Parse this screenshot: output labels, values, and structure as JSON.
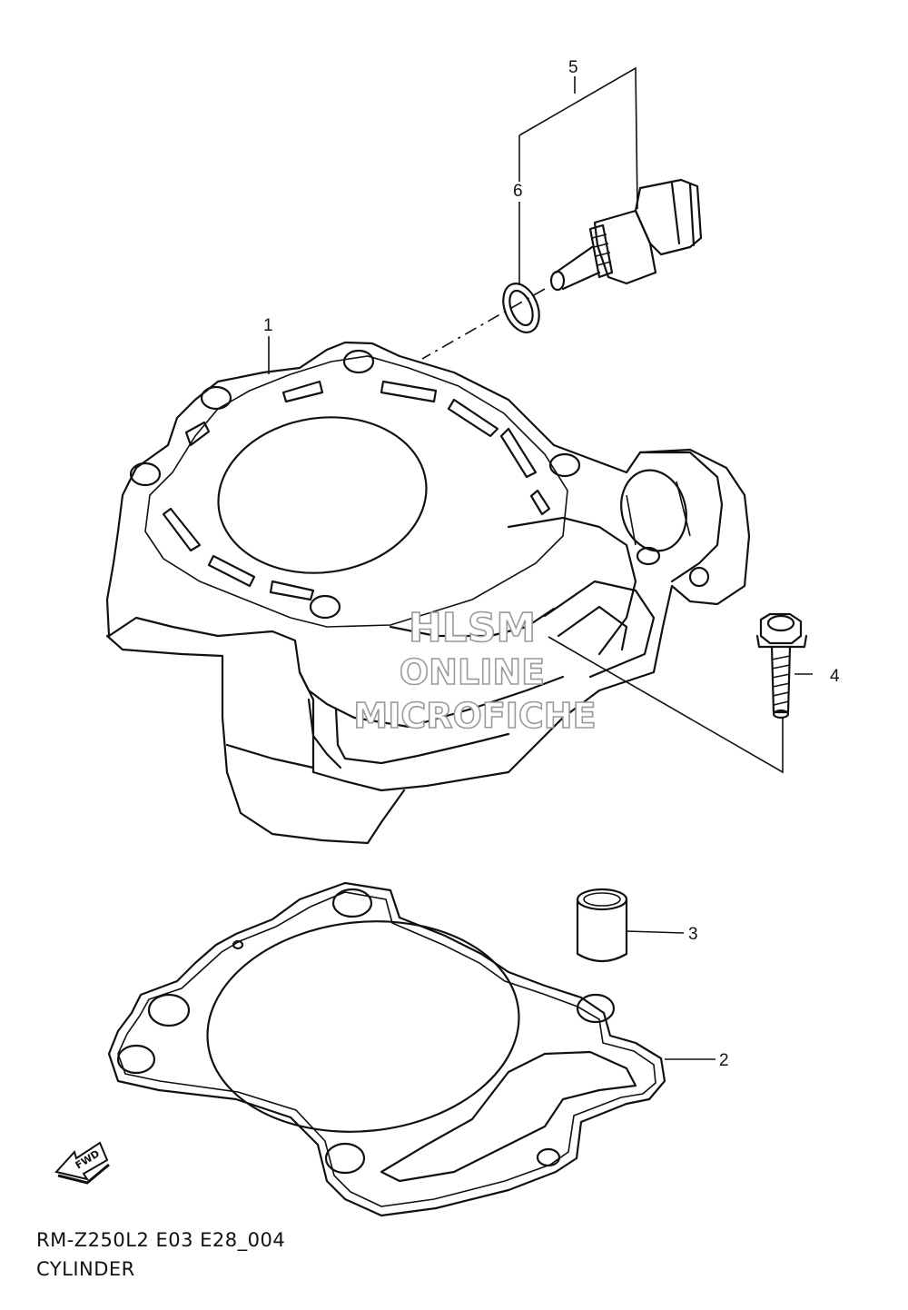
{
  "diagram": {
    "callouts": {
      "c1": "1",
      "c2": "2",
      "c3": "3",
      "c4": "4",
      "c5": "5",
      "c6": "6"
    },
    "fwd_label": "FWD",
    "watermark": {
      "line1": "HLSM",
      "line2": "ONLINE",
      "line3": "MICROFICHE"
    }
  },
  "caption": {
    "model_code": "RM-Z250L2 E03 E28_004",
    "title": "CYLINDER"
  }
}
